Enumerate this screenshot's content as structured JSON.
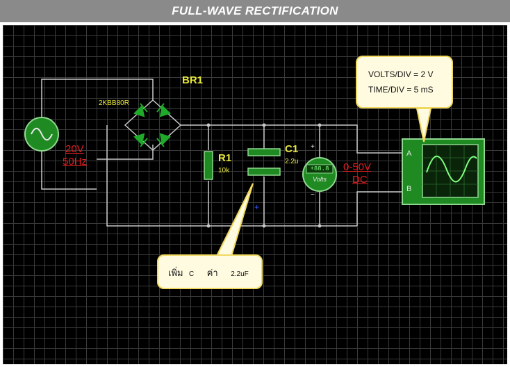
{
  "title": "FULL-WAVE RECTIFICATION",
  "bridge": {
    "ref": "BR1",
    "part": "2KBB80R"
  },
  "source": {
    "voltage": "20V",
    "frequency": "50Hz"
  },
  "resistor": {
    "ref": "R1",
    "value": "10k"
  },
  "capacitor": {
    "ref": "C1",
    "value": "2.2u"
  },
  "voltmeter": {
    "display": "+88.8",
    "unit": "Volts",
    "plus": "+",
    "minus": "−"
  },
  "output": {
    "range": "0-50V",
    "type": "DC"
  },
  "scope": {
    "channel_a": "A",
    "channel_b": "B"
  },
  "scope_callout": {
    "line1": "VOLTS/DIV = 2 V",
    "line2": "TIME/DIV = 5 mS"
  },
  "cap_callout": {
    "word1": "เพิ่ม",
    "word2": "C",
    "word3": "ค่า",
    "word4": "2.2uF"
  },
  "colors": {
    "canvas": "#000000",
    "wire": "#c8c8c8",
    "component_green": "#1f8a22",
    "label_yellow": "#e8e83a",
    "label_red": "#e02020",
    "callout_fill": "#fffbe0",
    "callout_border": "#f0d860"
  }
}
